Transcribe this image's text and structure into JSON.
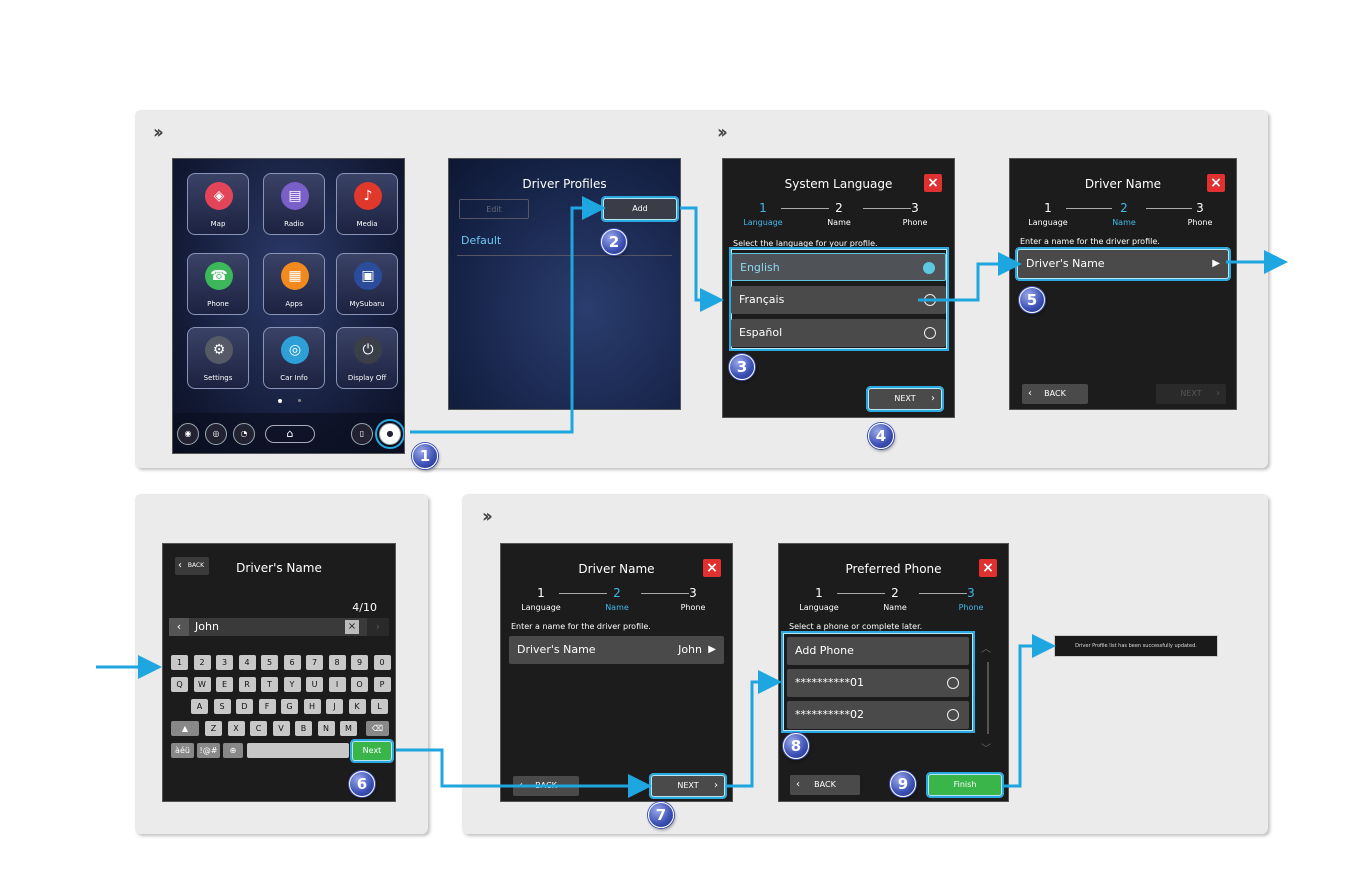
{
  "home": {
    "apps": [
      {
        "label": "Map",
        "icon": "map-icon",
        "color": "#e2455a",
        "glyph": "◈"
      },
      {
        "label": "Radio",
        "icon": "radio-icon",
        "color": "#7a5fc8",
        "glyph": "▤"
      },
      {
        "label": "Media",
        "icon": "music-note-icon",
        "color": "#e0382a",
        "glyph": "♪"
      },
      {
        "label": "Phone",
        "icon": "phone-icon",
        "color": "#3cb85a",
        "glyph": "☎"
      },
      {
        "label": "Apps",
        "icon": "apps-grid-icon",
        "color": "#f08a1e",
        "glyph": "▦"
      },
      {
        "label": "MySubaru",
        "icon": "mysubaru-icon",
        "color": "#2b4c9a",
        "glyph": "▣"
      },
      {
        "label": "Settings",
        "icon": "gear-icon",
        "color": "#555a66",
        "glyph": "⚙"
      },
      {
        "label": "Car Info",
        "icon": "car-info-icon",
        "color": "#2f9fd8",
        "glyph": "◎"
      },
      {
        "label": "Display Off",
        "icon": "power-icon",
        "color": "#3a3f4a",
        "glyph": "⏻"
      }
    ]
  },
  "driver_profiles": {
    "title": "Driver Profiles",
    "edit": "Edit",
    "add": "Add",
    "default_profile": "Default"
  },
  "steps": [
    {
      "n": "1",
      "label": "Language"
    },
    {
      "n": "2",
      "label": "Name"
    },
    {
      "n": "3",
      "label": "Phone"
    }
  ],
  "language": {
    "title": "System Language",
    "hint": "Select the language for your profile.",
    "options": [
      "English",
      "Français",
      "Español"
    ],
    "next": "NEXT"
  },
  "driver_name": {
    "title": "Driver Name",
    "hint": "Enter a name for the driver profile.",
    "field": "Driver's Name",
    "value": "John",
    "back": "BACK",
    "next": "NEXT"
  },
  "keyboard": {
    "back": "BACK",
    "title": "Driver's Name",
    "counter": "4/10",
    "text": "John",
    "rows": [
      [
        "1",
        "2",
        "3",
        "4",
        "5",
        "6",
        "7",
        "8",
        "9",
        "0"
      ],
      [
        "Q",
        "W",
        "E",
        "R",
        "T",
        "Y",
        "U",
        "I",
        "O",
        "P"
      ],
      [
        "A",
        "S",
        "D",
        "F",
        "G",
        "H",
        "J",
        "K",
        "L"
      ],
      [
        "Z",
        "X",
        "C",
        "V",
        "B",
        "N",
        "M"
      ]
    ],
    "accent_key": "àéü",
    "symbol_key": "!@#",
    "next": "Next"
  },
  "phone": {
    "title": "Preferred Phone",
    "hint": "Select a phone or complete later.",
    "add": "Add Phone",
    "devices": [
      "**********01",
      "**********02"
    ],
    "back": "BACK",
    "finish": "Finish"
  },
  "toast": "Driver Profile list has been successfully updated.",
  "badges": [
    "1",
    "2",
    "3",
    "4",
    "5",
    "6",
    "7",
    "8",
    "9"
  ],
  "colors": {
    "arrow": "#1ea6e0",
    "highlight": "#2aa9e0",
    "finish": "#3ab54a",
    "close": "#e03030"
  }
}
